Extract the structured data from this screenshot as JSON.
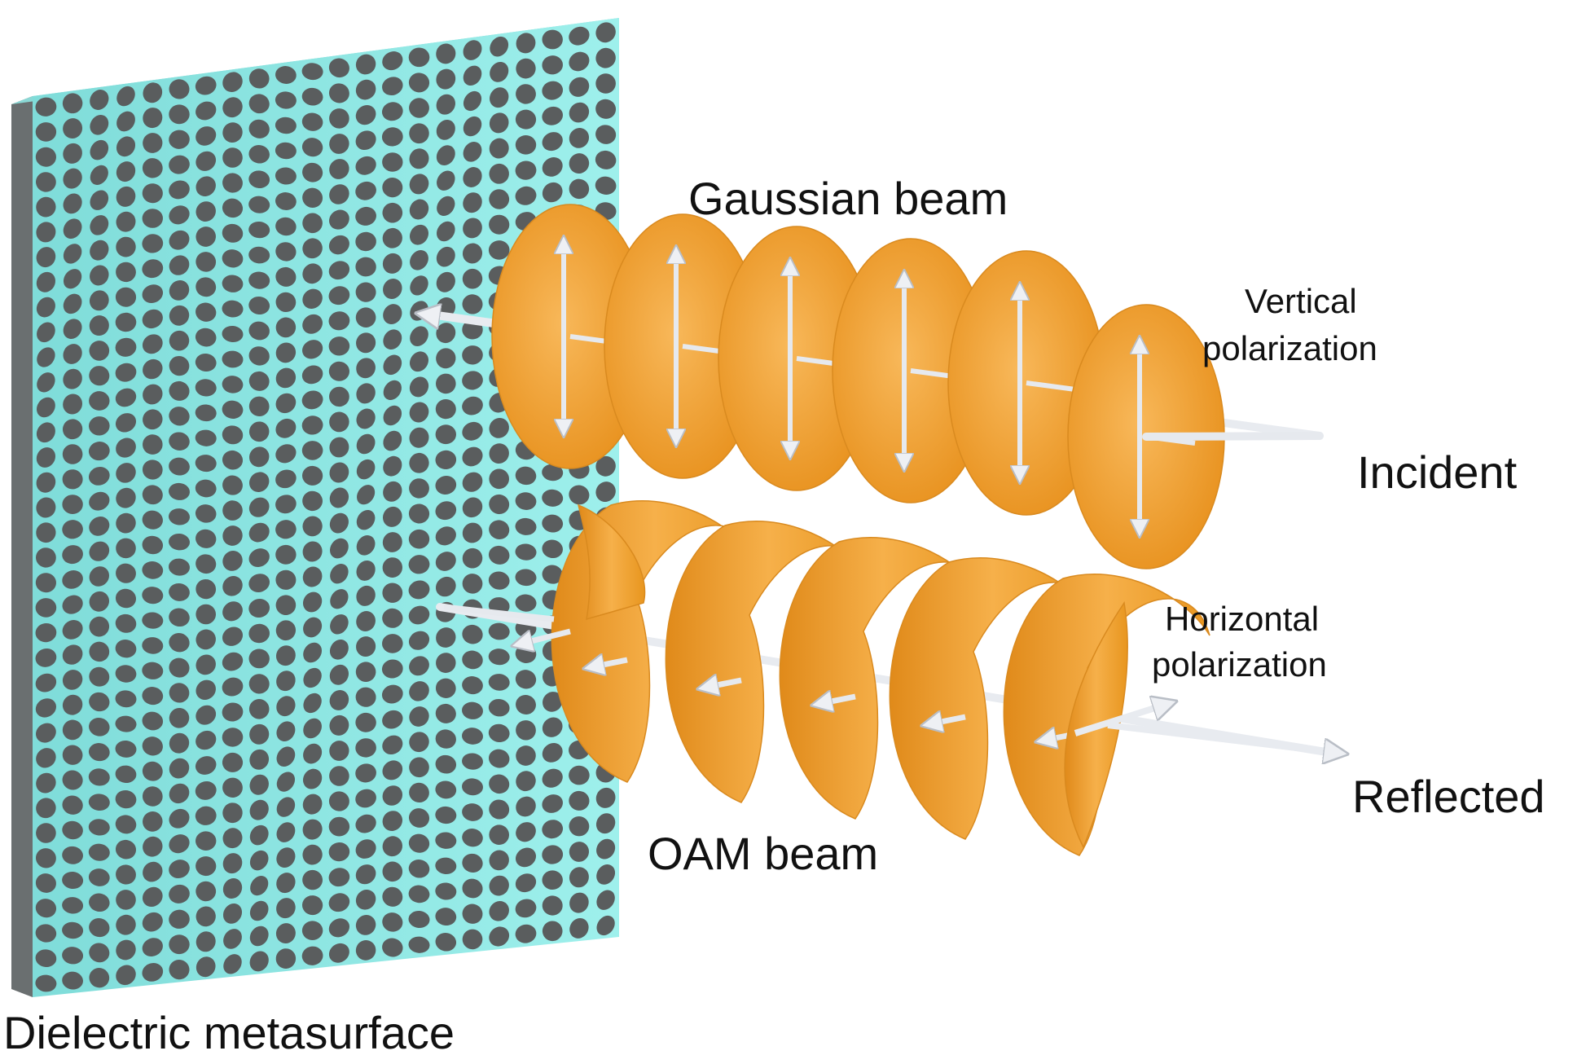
{
  "labels": {
    "gaussian_beam": "Gaussian beam",
    "vertical_polarization_line1": "Vertical",
    "vertical_polarization_line2": "polarization",
    "incident": "Incident",
    "horizontal_polarization_line1": "Horizontal",
    "horizontal_polarization_line2": "polarization",
    "reflected": "Reflected",
    "oam_beam": "OAM beam",
    "dielectric_metasurface": "Dielectric metasurface"
  },
  "colors": {
    "metasurface_face": "#8fe6e3",
    "metasurface_edge": "#6a6f70",
    "pillar": "#5a5d5e",
    "beam_orange": "#f4a537",
    "beam_orange_dark": "#d98a1f",
    "arrow": "#e6e9ee"
  },
  "icons": {
    "incident_disks": "orange-ellipse-disk",
    "polarization_arrows": "double-headed-arrow",
    "oam_wavefront": "helical-sheet"
  }
}
